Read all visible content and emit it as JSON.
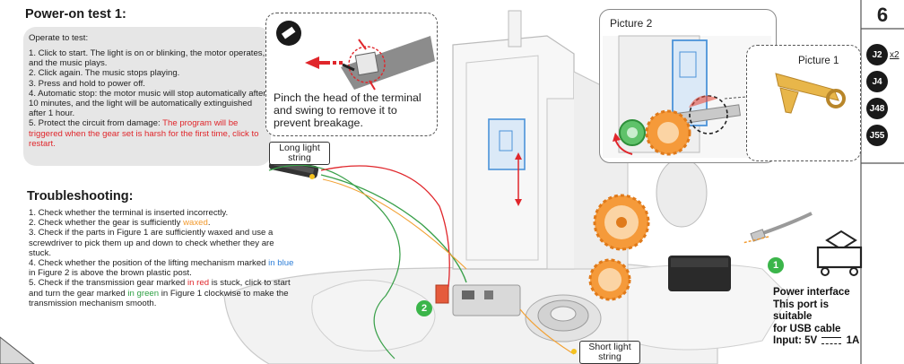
{
  "power_test": {
    "title": "Power-on test 1:",
    "subtitle": "Operate to test:",
    "steps": [
      "1. Click to start. The light is on or blinking, the motor operates, and the music plays.",
      "2. Click again. The music stops playing.",
      "3. Press and hold to power off.",
      "4. Automatic stop: the motor music will stop automatically after 10 minutes, and the light will be automatically extinguished after 1 hour."
    ],
    "step5_prefix": "5. Protect the circuit from damage: ",
    "step5_red": "The program will be triggered when the gear set is harsh for the first time, click to restart."
  },
  "pinch_note": "Pinch the head of the terminal and swing to remove it to prevent breakage.",
  "labels": {
    "long_string": "Long light string",
    "short_string": "Short light string",
    "picture1": "Picture 1",
    "picture2": "Picture 2",
    "step_number": "6",
    "badge1": "1",
    "badge2": "2"
  },
  "troubleshooting": {
    "title": "Troubleshooting:",
    "items": [
      {
        "segments": [
          {
            "t": "1. Check whether the terminal is inserted incorrectly.",
            "c": ""
          }
        ]
      },
      {
        "segments": [
          {
            "t": "2. Check whether the gear is sufficiently ",
            "c": ""
          },
          {
            "t": "waxed",
            "c": "orange"
          },
          {
            "t": ".",
            "c": ""
          }
        ]
      },
      {
        "segments": [
          {
            "t": "3. Check if the parts in Figure 1 are sufficiently waxed and use a screwdriver to pick them up and down to check whether they are stuck.",
            "c": ""
          }
        ]
      },
      {
        "segments": [
          {
            "t": "4. Check whether the position of the lifting mechanism marked ",
            "c": ""
          },
          {
            "t": "in blue",
            "c": "blue"
          },
          {
            "t": " in Figure 2 is above the brown plastic post.",
            "c": ""
          }
        ]
      },
      {
        "segments": [
          {
            "t": "5. Check if the transmission gear marked ",
            "c": ""
          },
          {
            "t": "in red",
            "c": "red"
          },
          {
            "t": " is stuck, click to start and turn the gear marked ",
            "c": ""
          },
          {
            "t": "in green",
            "c": "green"
          },
          {
            "t": " in Figure 1 clockwise to make the transmission mechanism smooth.",
            "c": ""
          }
        ]
      }
    ]
  },
  "parts": [
    {
      "id": "J2",
      "qty": "x2"
    },
    {
      "id": "J4",
      "qty": ""
    },
    {
      "id": "J48",
      "qty": ""
    },
    {
      "id": "J55",
      "qty": ""
    }
  ],
  "power": {
    "title": "Power interface",
    "line1": "This port is suitable",
    "line2": "for USB cable",
    "input_label": "Input: 5V",
    "input_unit": "1A"
  },
  "icons": [
    "tool-icon",
    "cart-icon",
    "usb-cable-icon",
    "battery-box-icon",
    "gear-icon",
    "switch-module-icon"
  ],
  "colors": {
    "red": "#e0262b",
    "orange": "#f29a2e",
    "blue": "#2f7fd8",
    "green": "#2ea043",
    "badge": "#3bb54a"
  }
}
